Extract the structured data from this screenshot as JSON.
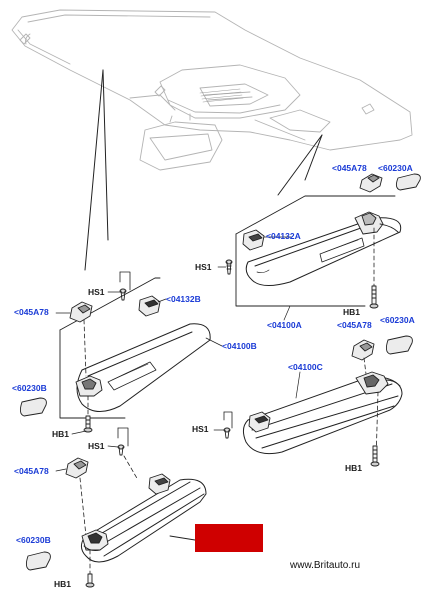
{
  "callouts": {
    "c045a78_r1": "<045A78",
    "c60230a_r1": "<60230A",
    "c04132a": "<04132A",
    "hs1_r": "HS1",
    "hb1_r1": "HB1",
    "c04100a": "<04100A",
    "c045a78_r2": "<045A78",
    "c60230a_r2": "<60230A",
    "c04100c": "<04100C",
    "hs1_r2": "HS1",
    "hb1_r2": "HB1",
    "hs1_l": "HS1",
    "c04132b": "<04132B",
    "c045a78_l1": "<045A78",
    "c04100b": "<04100B",
    "c60230b_l1": "<60230B",
    "hb1_l1": "HB1",
    "hs1_l2": "HS1",
    "c045a78_l2": "<045A78",
    "c60230b_l2": "<60230B",
    "hb1_l2": "HB1"
  },
  "watermark": "www.Britauto.ru",
  "colors": {
    "callout": "#1a3bd6",
    "line": "#222222",
    "highlight": "#cf0000",
    "ghost": "#b0b0b0"
  }
}
